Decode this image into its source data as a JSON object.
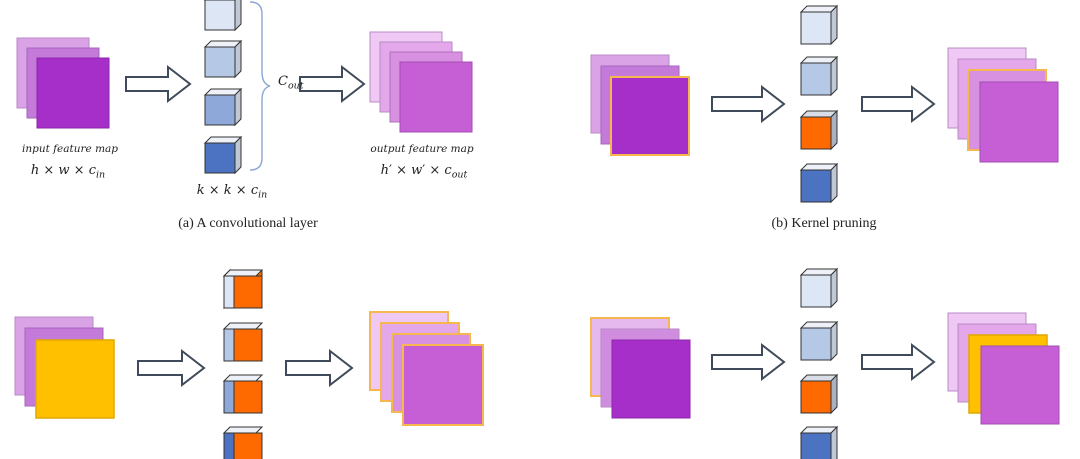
{
  "panel_a": {
    "input_label": "input feature map",
    "input_dims": {
      "h": "h",
      "w": "w",
      "c": "c",
      "c_sub": "in"
    },
    "kernel_dims": {
      "k1": "k",
      "k2": "k",
      "c": "c",
      "c_sub": "in"
    },
    "cout": {
      "c": "C",
      "sub": "out"
    },
    "output_label": "output feature map",
    "output_dims": {
      "h": "h",
      "w": "w",
      "c": "c",
      "c_sub": "out"
    },
    "caption": "(a) A convolutional layer"
  },
  "panel_b": {
    "caption": "(b) Kernel pruning"
  },
  "colors": {
    "input_back": "#d9a3e6",
    "input_mid": "#c47ad8",
    "input_front": "#a72fc9",
    "output_back": "#f0c8f4",
    "output_mid": "#e4a8ea",
    "output_front": "#c65fd6",
    "highlight_orange": "#ff6a00",
    "highlight_yellow": "#ffc000",
    "highlight_border": "#f5b74e",
    "kernel_1": "#dde6f4",
    "kernel_2": "#b5c8e6",
    "kernel_3": "#8ea9d9",
    "kernel_4": "#4c72c2",
    "arrow_stroke": "#3f4a5a"
  }
}
